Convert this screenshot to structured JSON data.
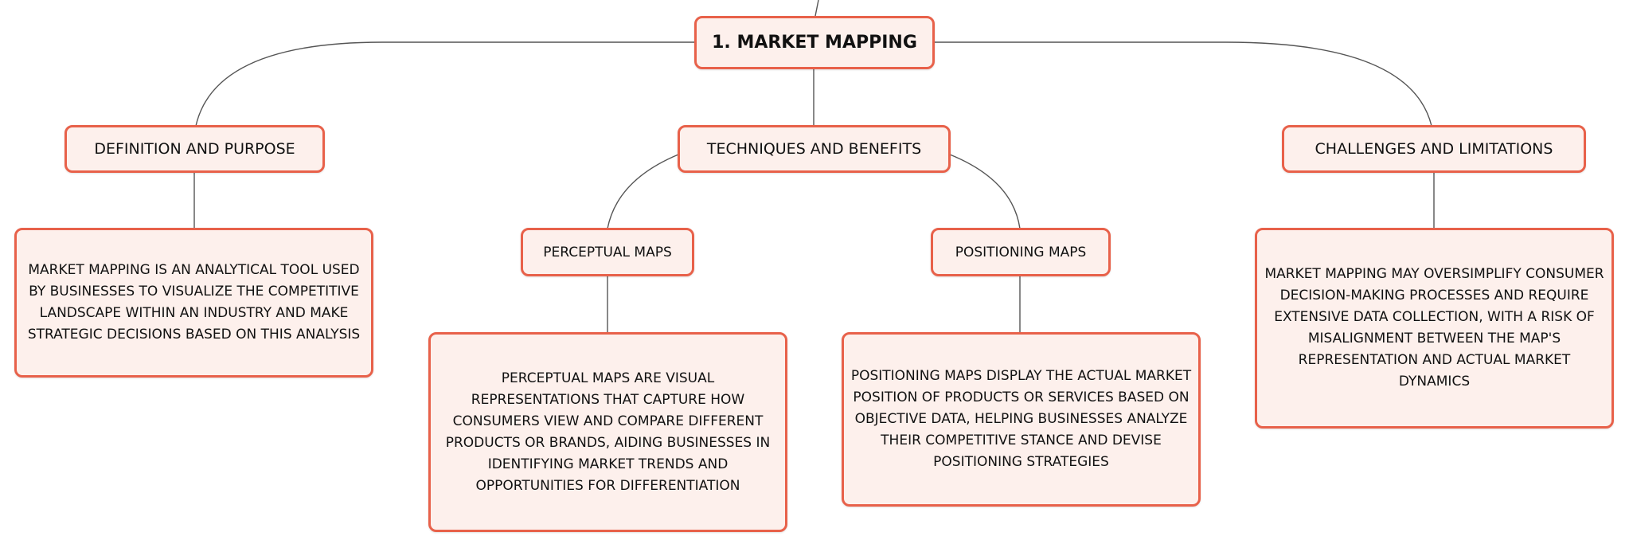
{
  "diagram": {
    "root": {
      "label": "1. MARKET MAPPING"
    },
    "branches": {
      "definition": {
        "label": "DEFINITION AND PURPOSE",
        "description": "MARKET MAPPING IS AN ANALYTICAL TOOL USED BY BUSINESSES TO VISUALIZE THE COMPETITIVE LANDSCAPE WITHIN AN INDUSTRY AND MAKE STRATEGIC DECISIONS BASED ON THIS ANALYSIS"
      },
      "techniques": {
        "label": "TECHNIQUES AND BENEFITS",
        "perceptual": {
          "label": "PERCEPTUAL MAPS",
          "description": "PERCEPTUAL MAPS ARE VISUAL REPRESENTATIONS THAT CAPTURE HOW CONSUMERS VIEW AND COMPARE DIFFERENT PRODUCTS OR BRANDS, AIDING BUSINESSES IN IDENTIFYING MARKET TRENDS AND OPPORTUNITIES FOR DIFFERENTIATION"
        },
        "positioning": {
          "label": "POSITIONING MAPS",
          "description": "POSITIONING MAPS DISPLAY THE ACTUAL MARKET POSITION OF PRODUCTS OR SERVICES BASED ON OBJECTIVE DATA, HELPING BUSINESSES ANALYZE THEIR COMPETITIVE STANCE AND DEVISE POSITIONING STRATEGIES"
        }
      },
      "challenges": {
        "label": "CHALLENGES AND LIMITATIONS",
        "description": "MARKET MAPPING MAY OVERSIMPLIFY CONSUMER DECISION-MAKING PROCESSES AND REQUIRE EXTENSIVE DATA COLLECTION, WITH A RISK OF MISALIGNMENT BETWEEN THE MAP'S REPRESENTATION AND ACTUAL MARKET DYNAMICS"
      }
    },
    "colors": {
      "node_border": "#e8614a",
      "node_fill": "#fdf0ec",
      "connector": "#555555"
    }
  }
}
